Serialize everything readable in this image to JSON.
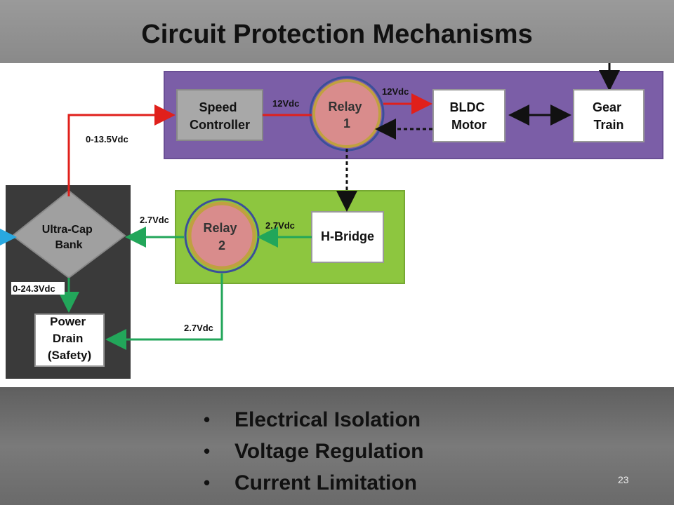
{
  "slide": {
    "title": "Circuit Protection Mechanisms",
    "page_number": "23"
  },
  "diagram": {
    "blocks": {
      "speed_controller": [
        "Speed",
        "Controller"
      ],
      "relay1": [
        "Relay",
        "1"
      ],
      "bldc_motor": [
        "BLDC",
        "Motor"
      ],
      "gear_train": [
        "Gear",
        "Train"
      ],
      "ultra_cap_bank": [
        "Ultra-Cap",
        "Bank"
      ],
      "relay2": [
        "Relay",
        "2"
      ],
      "h_bridge": "H-Bridge",
      "power_drain": [
        "Power",
        "Drain",
        "(Safety)"
      ]
    },
    "labels": {
      "v_12_a": "12Vdc",
      "v_12_b": "12Vdc",
      "v_0_13_5": "0-13.5Vdc",
      "v_2_7_a": "2.7Vdc",
      "v_2_7_b": "2.7Vdc",
      "v_2_7_c": "2.7Vdc",
      "v_0_24_3": "0-24.3Vdc"
    },
    "colors": {
      "purple_panel": "#7b5ea7",
      "green_panel": "#8dc63f",
      "dark_panel": "#3a3a3a",
      "red_wire": "#e0201b",
      "green_wire": "#22a65a",
      "relay_fill": "#d98c8c",
      "relay_ring": "#3b4f9a"
    }
  },
  "bullets": [
    "Electrical Isolation",
    "Voltage Regulation",
    "Current Limitation"
  ]
}
